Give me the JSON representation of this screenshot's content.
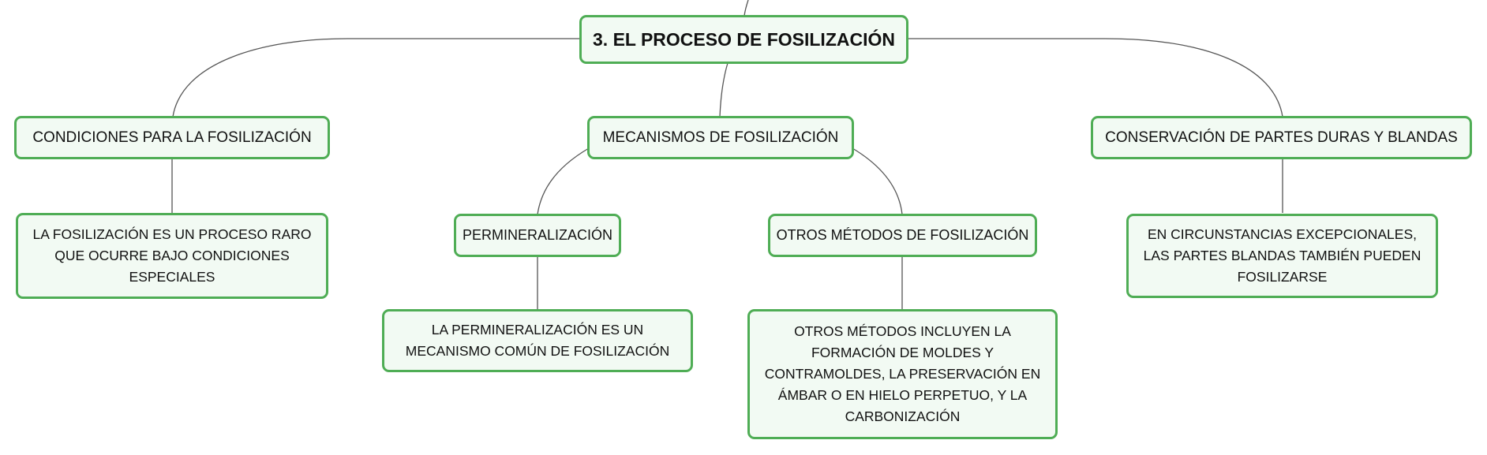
{
  "colors": {
    "node_border": "#4fad55",
    "node_fill": "#f2faf3",
    "connector": "#555555"
  },
  "root": {
    "label": "3. EL PROCESO DE FOSILIZACIÓN"
  },
  "branches": {
    "conditions": {
      "label": "CONDICIONES PARA LA FOSILIZACIÓN",
      "detail": "LA FOSILIZACIÓN ES UN PROCESO RARO QUE OCURRE BAJO CONDICIONES ESPECIALES"
    },
    "mechanisms": {
      "label": "MECANISMOS DE FOSILIZACIÓN",
      "permineralization": {
        "label": "PERMINERALIZACIÓN",
        "detail": "LA PERMINERALIZACIÓN ES UN MECANISMO COMÚN DE FOSILIZACIÓN"
      },
      "other_methods": {
        "label": "OTROS MÉTODOS DE FOSILIZACIÓN",
        "detail": "OTROS MÉTODOS INCLUYEN LA FORMACIÓN DE MOLDES Y CONTRAMOLDES, LA PRESERVACIÓN EN ÁMBAR O EN HIELO PERPETUO, Y LA CARBONIZACIÓN"
      }
    },
    "conservation": {
      "label": "CONSERVACIÓN DE PARTES DURAS Y BLANDAS",
      "detail": "EN CIRCUNSTANCIAS EXCEPCIONALES, LAS PARTES BLANDAS TAMBIÉN PUEDEN FOSILIZARSE"
    }
  }
}
